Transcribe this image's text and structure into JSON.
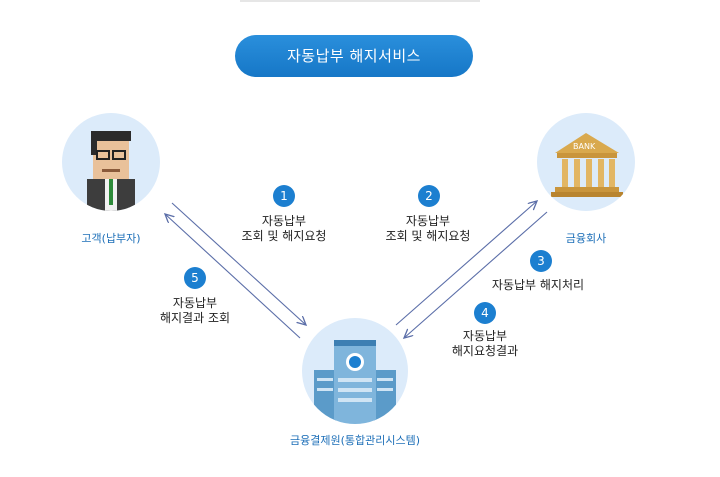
{
  "title": "자동납부 해지서비스",
  "nodes": {
    "customer": "고객(납부자)",
    "bank": "금융회사",
    "center": "금융결제원(통합관리시스템)",
    "bank_sign": "BANK"
  },
  "steps": [
    {
      "num": "1",
      "line1": "자동납부",
      "line2": "조회 및 해지요청"
    },
    {
      "num": "2",
      "line1": "자동납부",
      "line2": "조회 및 해지요청"
    },
    {
      "num": "3",
      "line1": "자동납부 해지처리"
    },
    {
      "num": "4",
      "line1": "자동납부",
      "line2": "해지요청결과"
    },
    {
      "num": "5",
      "line1": "자동납부",
      "line2": "해지결과 조회"
    }
  ],
  "colors": {
    "accent": "#1c7fd0",
    "label": "#1d6fb8",
    "arrow": "#5b6ea8",
    "circle_bg": "#dcebfa"
  }
}
